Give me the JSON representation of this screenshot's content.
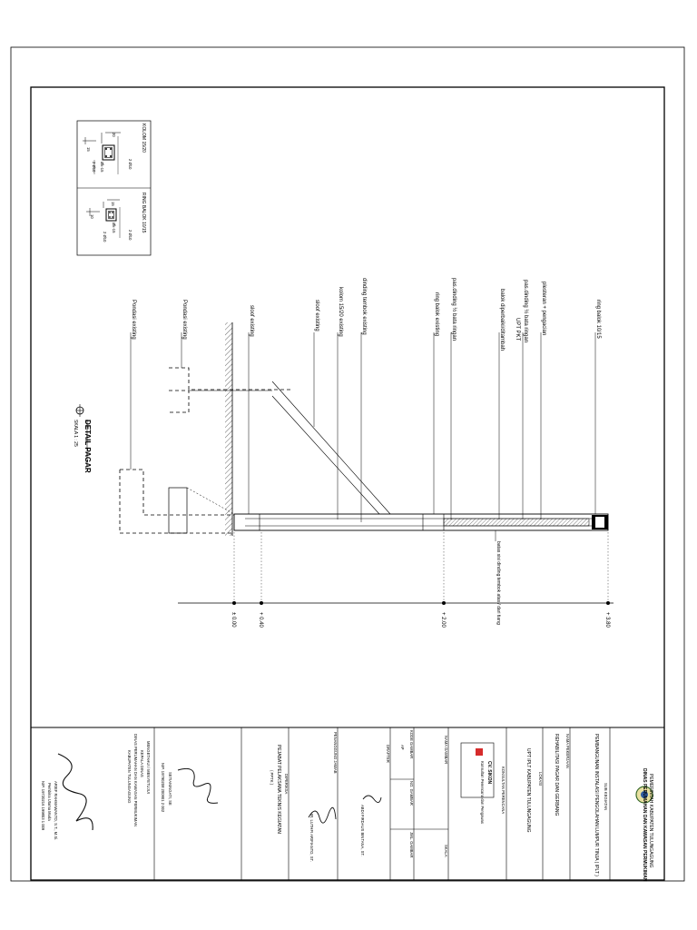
{
  "drawing": {
    "detail_title": "DETAIL PAGAR",
    "detail_scale": "SKALA 1 : 25",
    "detail_marker": "1",
    "callouts": [
      "ring balok 10/15",
      "plesteran + pengacian",
      "pas.dinding ½ bata ringan",
      "UPT PKT",
      "balok diperbaiki/ditambah",
      "pas.dinding ½ bata ringan",
      "ring balok existing",
      "dinding tembok existing",
      "kolom 15/20 existing",
      "sloof existing",
      "sloof existing",
      "Pondasi existing",
      "Pondasi existing"
    ],
    "side_note": "batas sisi dinding tembok atas / dari tiang",
    "levels": [
      "± 0.00",
      "+ 0.40",
      "+ 2.00",
      "+ 3.80"
    ],
    "sections": [
      {
        "title": "KOLOM 15/20",
        "rebar": [
          "2 Ø10",
          "2 Ø10",
          "Øk-15"
        ],
        "dims": [
          "15",
          "20"
        ]
      },
      {
        "title": "RING BALOK 10/15",
        "rebar": [
          "2 Ø10",
          "2 Ø10",
          "Øk-15"
        ],
        "dims": [
          "10",
          "15"
        ]
      }
    ]
  },
  "title_block": {
    "owner_line1": "PEMERINTAH KABUPATEN TULUNGAGUNG",
    "owner_line2": "DINAS PERUMAHAN DAN KAWASAN PERMUKIMAN",
    "sub_kegiatan_label": "SUB KEGIATAN",
    "sub_kegiatan": "PEMBANGUNAN INSTALASI PENGOLAHAN LUMPUR TINJA ( IPLT )",
    "pekerjaan_label": "NAMA PEKERJAAN",
    "pekerjaan": "REHABILITASI PAGAR DAN GERBANG",
    "lokasi_label": "LOKASI",
    "lokasi": "UPT IPLT KABUPATEN TULUNGAGUNG",
    "konsultan_label": "KONSULTAN PERENCANA",
    "konsultan_name": "CV. SIKON",
    "konsultan_sub": "Konsultan Perencana dan Pengawas",
    "nama_gambar_label": "NAMA GAMBAR",
    "skala_label": "SKALA",
    "kode_gambar_label": "KODE GAMBAR",
    "kode_gambar": "AP",
    "no_gambar_label": "NO. GAMBAR",
    "jml_gambar_label": "JML. GAMBAR",
    "drafter_label": "DRAFTER",
    "drafter_name": "ABDI FIRDAUS BINTANA, ST.",
    "pj_label": "PENANGGUNG JAWAB",
    "pj_name": "IR. LUTHFI ARIFIANTO, ST.",
    "diperiksa_label": "DIPERIKSA",
    "pptk": "PEJABAT PELAKSANA TEKNIS KEGIATAN",
    "pptk_abbr": "( PPTK )",
    "pptk_name": "SETIANINGATI, SE",
    "pptk_nip": "NIP. 19790208 200901 2 002",
    "menyetujui": "MENGETAHUI / MENYETUJUI",
    "kepala_line1": "KEPALA DINAS",
    "kepala_line2": "DINAS PERUMAHAN DAN KAWASAN PERMUKIMAN",
    "kepala_line3": "KABUPATEN TULUNGAGUNG",
    "kepala_name": "ARIEF RAHMAWANTO, S.T., M.Si.",
    "kepala_rank": "Pembina Utama Muda",
    "kepala_nip": "NIP. 19720216 199803 1 009"
  }
}
